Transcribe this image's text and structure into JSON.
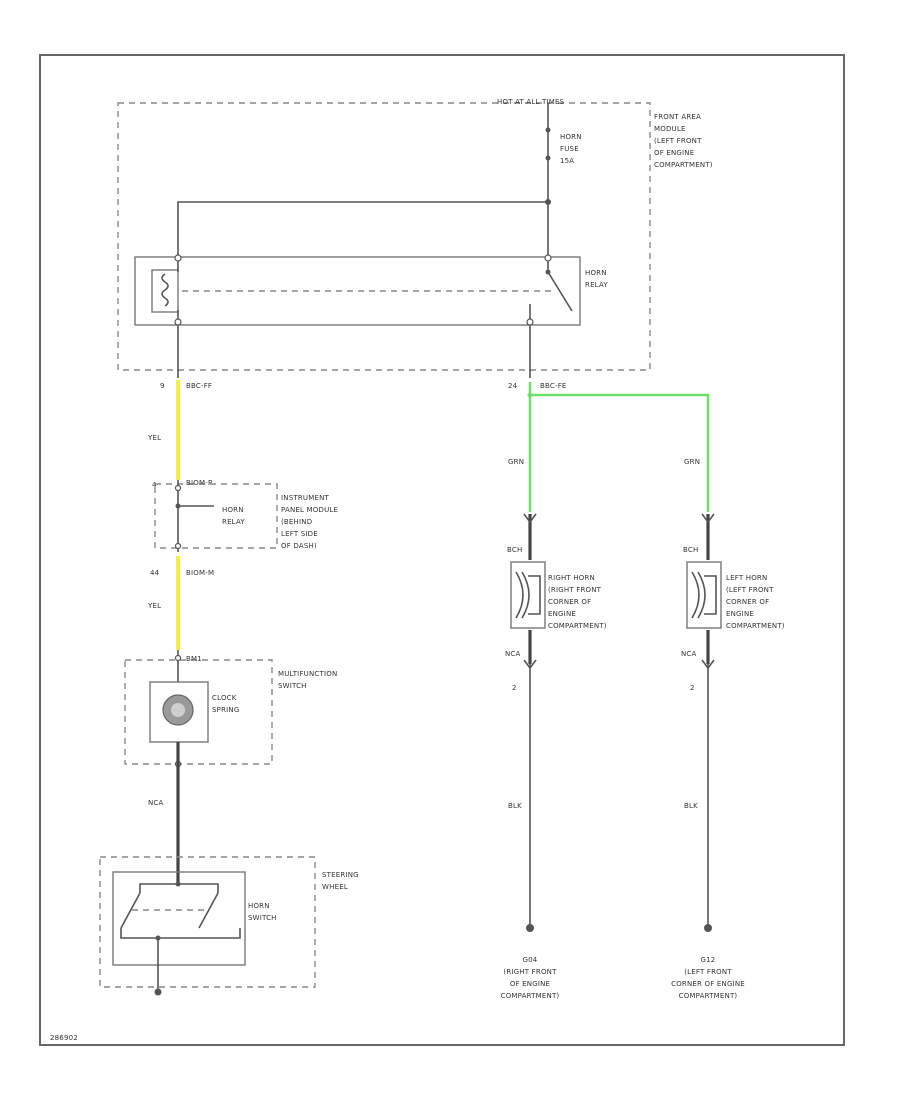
{
  "colors": {
    "yellow_wire": "#f2ef4a",
    "green_wire": "#6ee06e",
    "line": "#555555",
    "frame": "#666666"
  },
  "labels": {
    "hot_at_all_times": "HOT AT ALL TIMES",
    "horn_fuse": [
      "HORN",
      "FUSE",
      "15A"
    ],
    "front_area_module": [
      "FRONT AREA",
      "MODULE",
      "(LEFT FRONT",
      "OF ENGINE",
      "COMPARTMENT)"
    ],
    "horn_relay": [
      "HORN",
      "RELAY"
    ],
    "pin_left_top": "9",
    "conn_left_top": "BBC-FF",
    "pin_right_top": "24",
    "conn_right_top": "BBC-FE",
    "wire_yel_1": "YEL",
    "pin_ipm_in": "4",
    "conn_ipm_in": "BIOM-P",
    "ipm_relay": [
      "HORN",
      "RELAY"
    ],
    "ipm_label": [
      "INSTRUMENT",
      "PANEL MODULE",
      "(BEHIND",
      "LEFT SIDE",
      "OF DASH)"
    ],
    "pin_ipm_out": "44",
    "conn_ipm_out": "BIOM-M",
    "wire_yel_2": "YEL",
    "conn_mfs": "BM1",
    "mfs_label": [
      "MULTIFUNCTION",
      "SWITCH"
    ],
    "clock_spring": [
      "CLOCK",
      "SPRING"
    ],
    "wire_nca_left": "NCA",
    "steering_wheel": [
      "STEERING",
      "WHEEL"
    ],
    "horn_switch": [
      "HORN",
      "SWITCH"
    ],
    "wire_grn_1": "GRN",
    "wire_grn_2": "GRN",
    "conn_rh_horn": "BCH",
    "rh_horn_label": [
      "RIGHT HORN",
      "(RIGHT FRONT",
      "CORNER OF",
      "ENGINE",
      "COMPARTMENT)"
    ],
    "conn_lh_horn": "BCH",
    "lh_horn_label": [
      "LEFT HORN",
      "(LEFT FRONT",
      "CORNER OF",
      "ENGINE",
      "COMPARTMENT)"
    ],
    "wire_nca_rh": "NCA",
    "wire_nca_lh": "NCA",
    "pin_rh_2": "2",
    "pin_lh_2": "2",
    "wire_blk_rh": "BLK",
    "wire_blk_lh": "BLK",
    "ground_rh": [
      "G04",
      "(RIGHT FRONT",
      "OF ENGINE",
      "COMPARTMENT)"
    ],
    "ground_lh": [
      "G12",
      "(LEFT FRONT",
      "CORNER OF ENGINE",
      "COMPARTMENT)"
    ],
    "figure_id": "286902"
  }
}
